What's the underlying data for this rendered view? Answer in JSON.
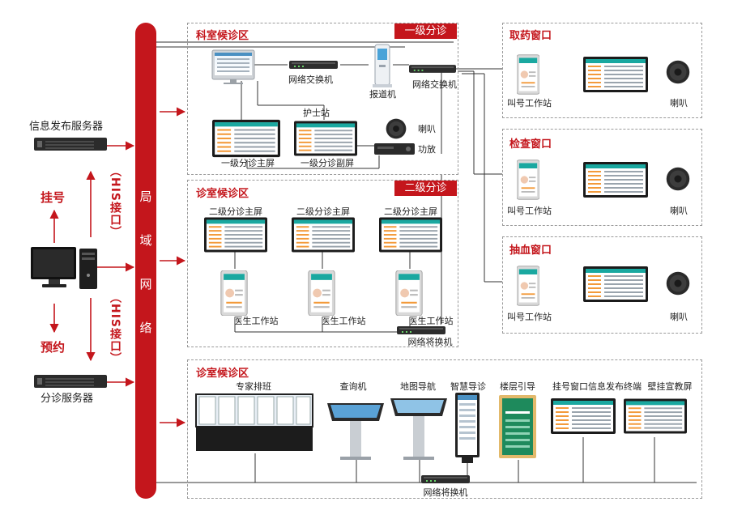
{
  "lan": {
    "chars": [
      "局",
      "域",
      "网",
      "络"
    ]
  },
  "left": {
    "info_server": "信息发布服务器",
    "triage_server": "分诊服务器",
    "register": "挂号",
    "appointment": "预约",
    "his_top": "（HIS接口）",
    "his_bottom": "（HIS接口）"
  },
  "zone1": {
    "title": "科室候诊区",
    "badge": "一级分诊",
    "switch1": "网络交换机",
    "kiosk": "报道机",
    "switch2": "网络交换机",
    "nurse": "护士站",
    "speaker": "喇叭",
    "amp": "功放",
    "main_screen": "一级分诊主屏",
    "sub_screen": "一级分诊副屏"
  },
  "zone2": {
    "title": "诊室候诊区",
    "badge": "二级分诊",
    "screens": [
      "二级分诊主屏",
      "二级分诊主屏",
      "二级分诊主屏"
    ],
    "stations": [
      "医生工作站",
      "医生工作站",
      "医生工作站"
    ],
    "switch": "网络将换机"
  },
  "zone3": {
    "title": "诊室候诊区",
    "expert": "专家排班",
    "query": "查询机",
    "map": "地图导航",
    "smart": "智慧导诊",
    "floor": "楼层引导",
    "register_terminal": "挂号窗口信息发布终端",
    "edu": "壁挂宣教屏",
    "switch": "网络将换机"
  },
  "right": [
    {
      "title": "取药窗口",
      "station": "叫号工作站",
      "speaker": "喇叭"
    },
    {
      "title": "检查窗口",
      "station": "叫号工作站",
      "speaker": "喇叭"
    },
    {
      "title": "抽血窗口",
      "station": "叫号工作站",
      "speaker": "喇叭"
    }
  ]
}
